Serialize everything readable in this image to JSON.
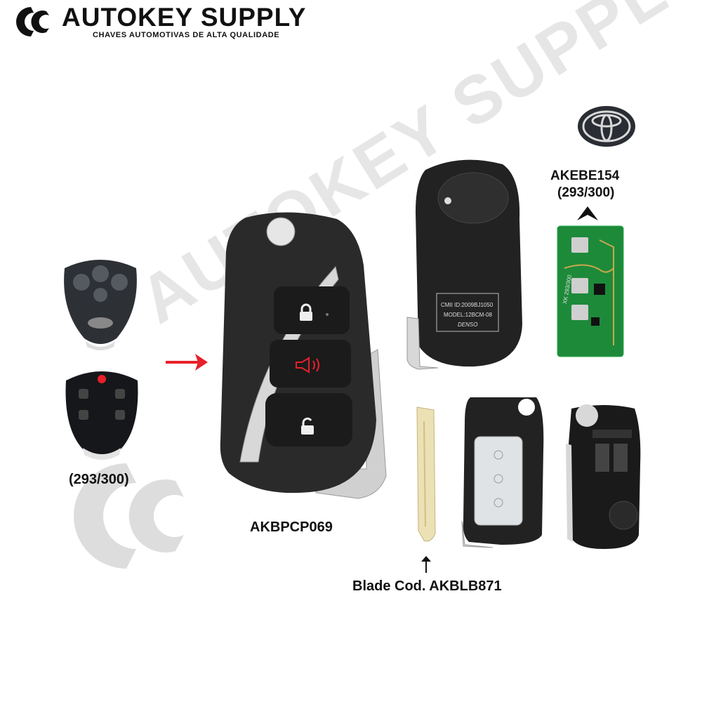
{
  "brand": {
    "title": "AUTOKEY SUPPLY",
    "subtitle": "CHAVES AUTOMOTIVAS DE ALTA QUALIDADE",
    "watermark": "AUTOKEY SUPPLY",
    "logo_icon": "kc-logo-icon"
  },
  "products": {
    "compat_label": "(293/300)",
    "main_key_code": "AKBPCP069",
    "pcb_code": "AKEBE154",
    "pcb_compat": "(293/300)",
    "blade_label": "Blade Cod. AKBLB871",
    "key_back_text": {
      "line1": "CMII ID:2009BJ1050",
      "line2": "MODEL:12BCM-08",
      "line3": "DENSO"
    },
    "pcb_text": "XK 293/300"
  },
  "colors": {
    "arrow_red": "#e8202a",
    "key_body": "#2a2a2a",
    "pcb_green": "#1d8a3a"
  }
}
